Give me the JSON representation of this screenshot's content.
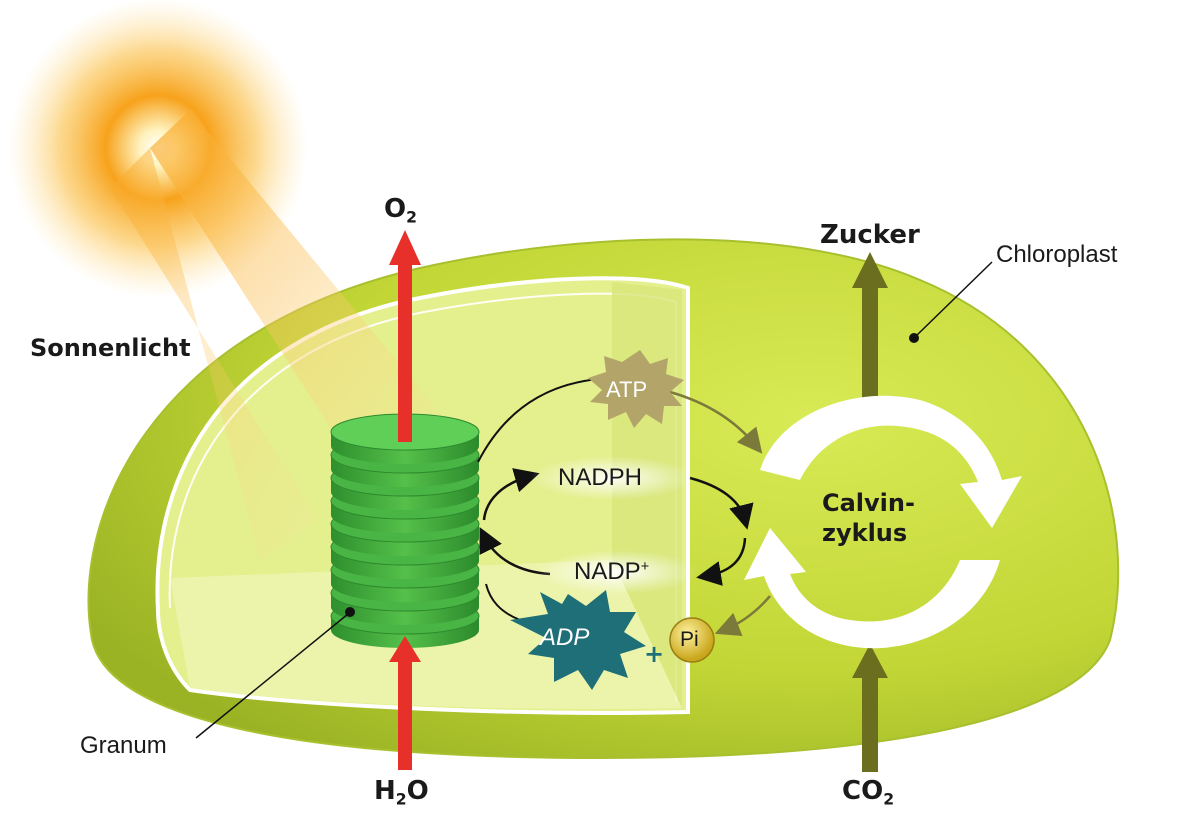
{
  "labels": {
    "sunlight": "Sonnenlicht",
    "chloroplast": "Chloroplast",
    "granum": "Granum",
    "sugar": "Zucker",
    "calvin_line1": "Calvin-",
    "calvin_line2": "zyklus",
    "atp": "ATP",
    "adp": "ADP",
    "nadph": "NADPH",
    "nadp": "NADP",
    "nadp_charge": "+",
    "plus": "+",
    "pi": "Pi",
    "o2": "O",
    "o2_sub": "2",
    "h2o_h": "H",
    "h2o_sub": "2",
    "h2o_o": "O",
    "co2": "CO",
    "co2_sub": "2"
  },
  "colors": {
    "chloroplast_body": "#c6da3a",
    "thylakoid_space": "#e8f29a",
    "granum": "#3aa83a",
    "o2_h2o_arrow": "#e8302a",
    "sugar_co2_arrow": "#6b6e1e",
    "atp_star": "#b3a46a",
    "adp_star": "#1f6f78",
    "pi_ball": "#d4b82a",
    "sun": "#f7a21b"
  }
}
